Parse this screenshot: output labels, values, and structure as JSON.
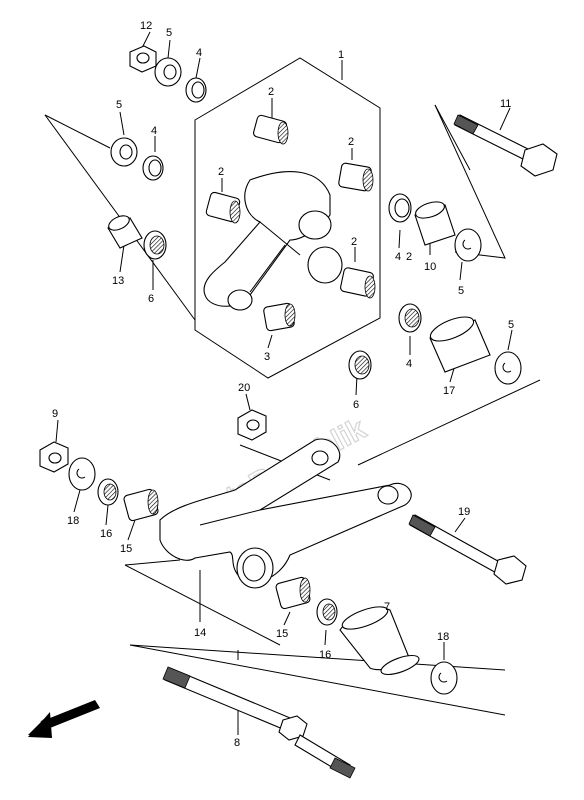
{
  "diagram": {
    "watermark": "PartsRepublik",
    "callouts": [
      "1",
      "2",
      "2",
      "2",
      "2",
      "2",
      "3",
      "4",
      "4",
      "4",
      "4",
      "5",
      "5",
      "5",
      "5",
      "6",
      "6",
      "7",
      "8",
      "9",
      "10",
      "11",
      "12",
      "13",
      "14",
      "15",
      "15",
      "16",
      "16",
      "17",
      "18",
      "18",
      "19",
      "20"
    ]
  }
}
